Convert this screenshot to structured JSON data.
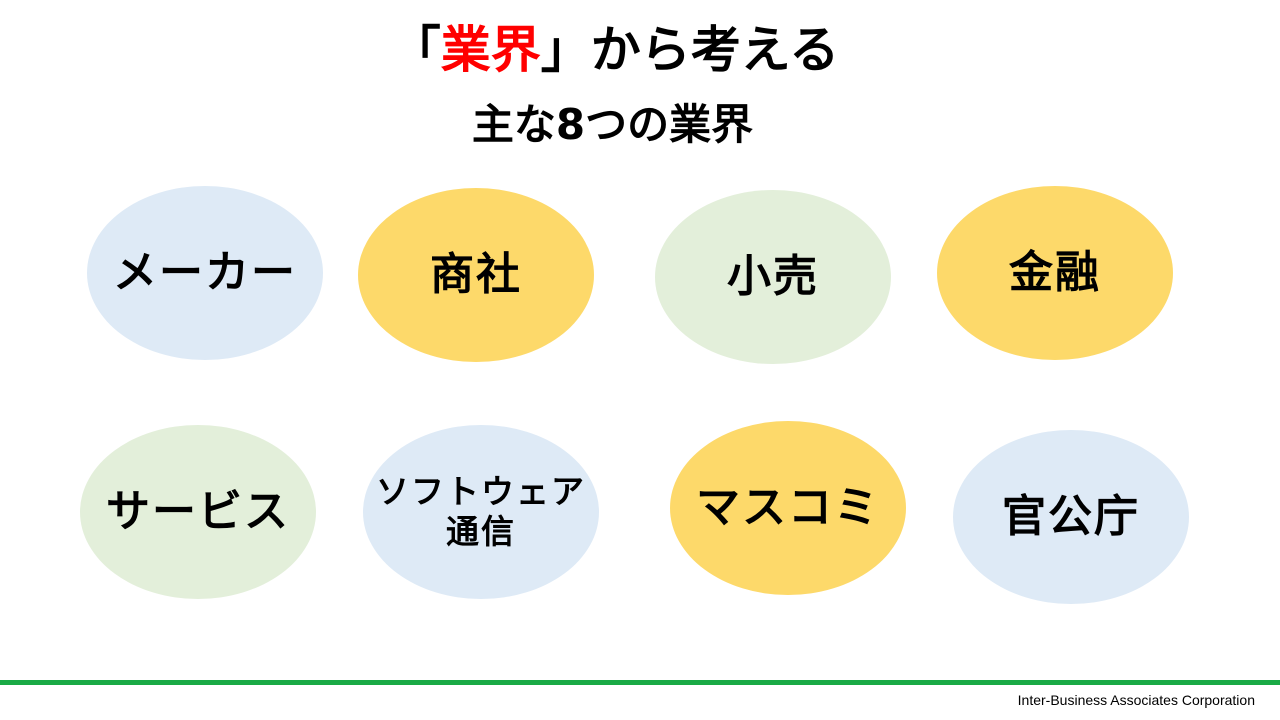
{
  "title": {
    "open_bracket": "「",
    "highlight": "業界",
    "rest": "」から考える",
    "subtitle": "主な8つの業界"
  },
  "colors": {
    "highlight": "#ff0000",
    "blue": "#deeaf6",
    "yellow": "#fdd96a",
    "green": "#e3efda",
    "footer_line": "#1aaa46"
  },
  "industries": [
    {
      "label": "メーカー",
      "color": "blue"
    },
    {
      "label": "商社",
      "color": "yellow"
    },
    {
      "label": "小売",
      "color": "green"
    },
    {
      "label": "金融",
      "color": "yellow"
    },
    {
      "label": "サービス",
      "color": "green"
    },
    {
      "label_line1": "ソフトウェア",
      "label_line2": "通信",
      "color": "blue"
    },
    {
      "label": "マスコミ",
      "color": "yellow"
    },
    {
      "label": "官公庁",
      "color": "blue"
    }
  ],
  "footer": {
    "company": "Inter-Business Associates Corporation"
  }
}
